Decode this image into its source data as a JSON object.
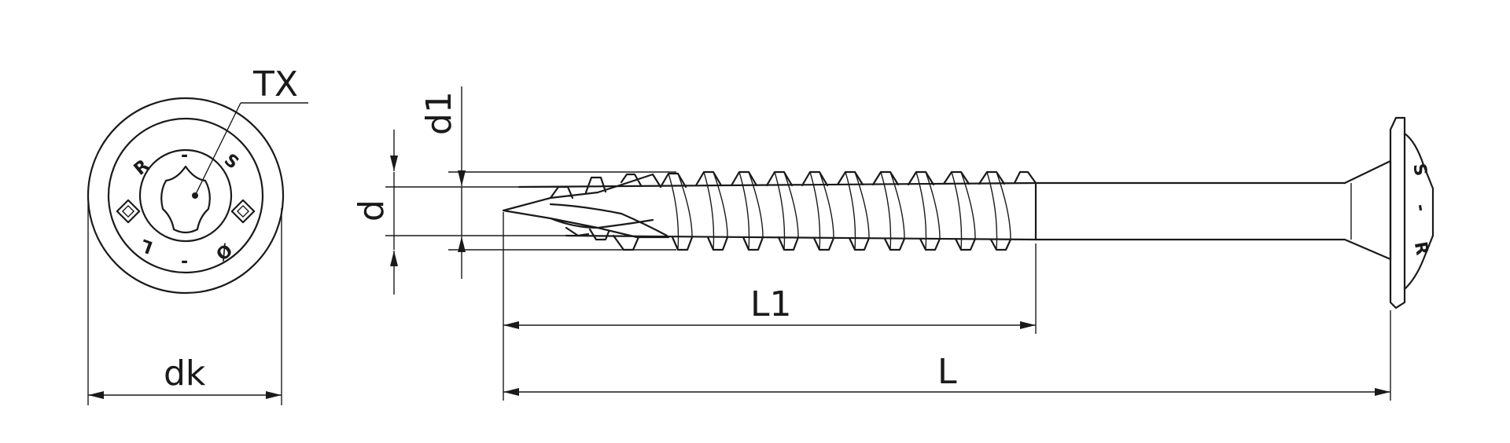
{
  "labels": {
    "tx": "TX",
    "dk": "dk",
    "d": "d",
    "d1": "d1",
    "l1": "L1",
    "l": "L"
  },
  "head_marking": {
    "top_left": "R",
    "top_dash": "-",
    "top_right": "S",
    "bottom_left": "L",
    "bottom_dash": "-",
    "bottom_right": "Ø"
  },
  "side_head_marking": {
    "top": "S",
    "middle": "-",
    "bottom": "R"
  },
  "colors": {
    "line": "#1a1a1a",
    "background": "#ffffff"
  }
}
